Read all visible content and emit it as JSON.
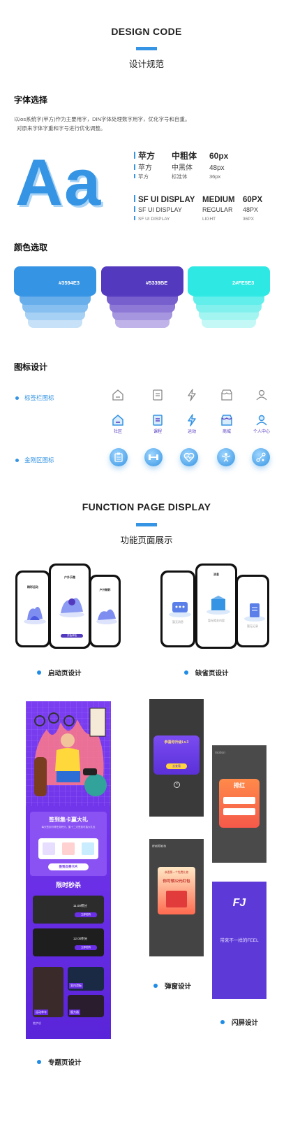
{
  "header": {
    "title": "DESIGN CODE",
    "subtitle": "设计规范"
  },
  "font_section": {
    "title": "字体选择",
    "desc_line1": "以ios系统字(苹方)作为主要用字，DIN字体处理数字用字，优化字号和自重。",
    "desc_line2": "对原来字体字重和字号进行优化调整。",
    "glyph_upper": "A",
    "glyph_lower": "a",
    "cn_rows": [
      {
        "name": "苹方",
        "weight": "中粗体",
        "size": "60px"
      },
      {
        "name": "苹方",
        "weight": "中黑体",
        "size": "48px"
      },
      {
        "name": "苹方",
        "weight": "标准体",
        "size": "36px"
      }
    ],
    "en_rows": [
      {
        "name": "SF UI DISPLAY",
        "weight": "MEDIUM",
        "size": "60PX"
      },
      {
        "name": "SF UI DISPLAY",
        "weight": "REGULAR",
        "size": "48PX"
      },
      {
        "name": "SF UI DISPLAY",
        "weight": "LIGHT",
        "size": "36PX"
      }
    ]
  },
  "color_section": {
    "title": "颜色选取",
    "swatches": [
      {
        "hex": "#3594E3",
        "label": "#3594E3",
        "tints": [
          "#4c9fe7",
          "#67aeeb",
          "#86bff0",
          "#a6d0f4",
          "#c6e1f8"
        ]
      },
      {
        "hex": "#5339BE",
        "label": "#5339BE",
        "tints": [
          "#6248c5",
          "#775fce",
          "#8e79d7",
          "#a696e0",
          "#c0b3ea"
        ]
      },
      {
        "hex": "#2EE8E3",
        "label": "2#FE5E3",
        "tints": [
          "#45ebe6",
          "#62eeea",
          "#82f1ee",
          "#a3f5f2",
          "#c4f8f6"
        ]
      }
    ]
  },
  "icon_section": {
    "title": "图标设计",
    "tabbar_label": "标签栏图标",
    "kingkong_label": "金刚区图标",
    "tab_icons": [
      {
        "name": "home-icon",
        "label": "社区"
      },
      {
        "name": "document-icon",
        "label": "课程"
      },
      {
        "name": "lightning-icon",
        "label": "运动"
      },
      {
        "name": "shop-icon",
        "label": "商城"
      },
      {
        "name": "user-icon",
        "label": "个人中心"
      }
    ],
    "kingkong_icons": [
      "clipboard-icon",
      "dumbbell-icon",
      "heart-icon",
      "figure-icon",
      "molecule-icon"
    ]
  },
  "function_section": {
    "title": "FUNCTION PAGE DISPLAY",
    "subtitle": "功能页面展示"
  },
  "captions": {
    "launch": "启动页设计",
    "empty": "缺省页设计",
    "topic": "专题页设计",
    "popup": "弹窗设计",
    "splash": "闪屏设计"
  },
  "launch_screens": {
    "title_left": "精彩运动",
    "title_center": "户外乐趣",
    "title_right": "户外精彩",
    "btn": "开始体验"
  },
  "empty_screens": {
    "title": "消息",
    "left_caption": "暂无消息",
    "center_caption": "暂无相关内容",
    "right_caption": "暂无记录"
  },
  "topic_page": {
    "sign_title": "签到集卡赢大礼",
    "sign_sub": "每天签到可得任务积分，集十二天签到可抽大礼包",
    "sign_btn": "签到点亮卡片",
    "flash_title": "限时秒杀",
    "product1_price": "11.00积分",
    "product1_btn": "立即抢购",
    "product2_price": "12.00积分",
    "product2_btn": "立即抢购",
    "tag_a": "运动单车",
    "tag_b": "室内滑板",
    "tag_c": "跑步机",
    "tag_d": "握力器"
  },
  "popup_screens": {
    "popup1_title": "恭喜你升级Lv.3",
    "popup1_btn": "去查看",
    "popup2_title": "排红",
    "popup3_title": "你可领32元红包",
    "popup3_head": "恭喜第一个免费礼物",
    "brand": "motion"
  },
  "splash_screen": {
    "logo": "FJ",
    "slogan": "带来不一样的FEEL"
  }
}
